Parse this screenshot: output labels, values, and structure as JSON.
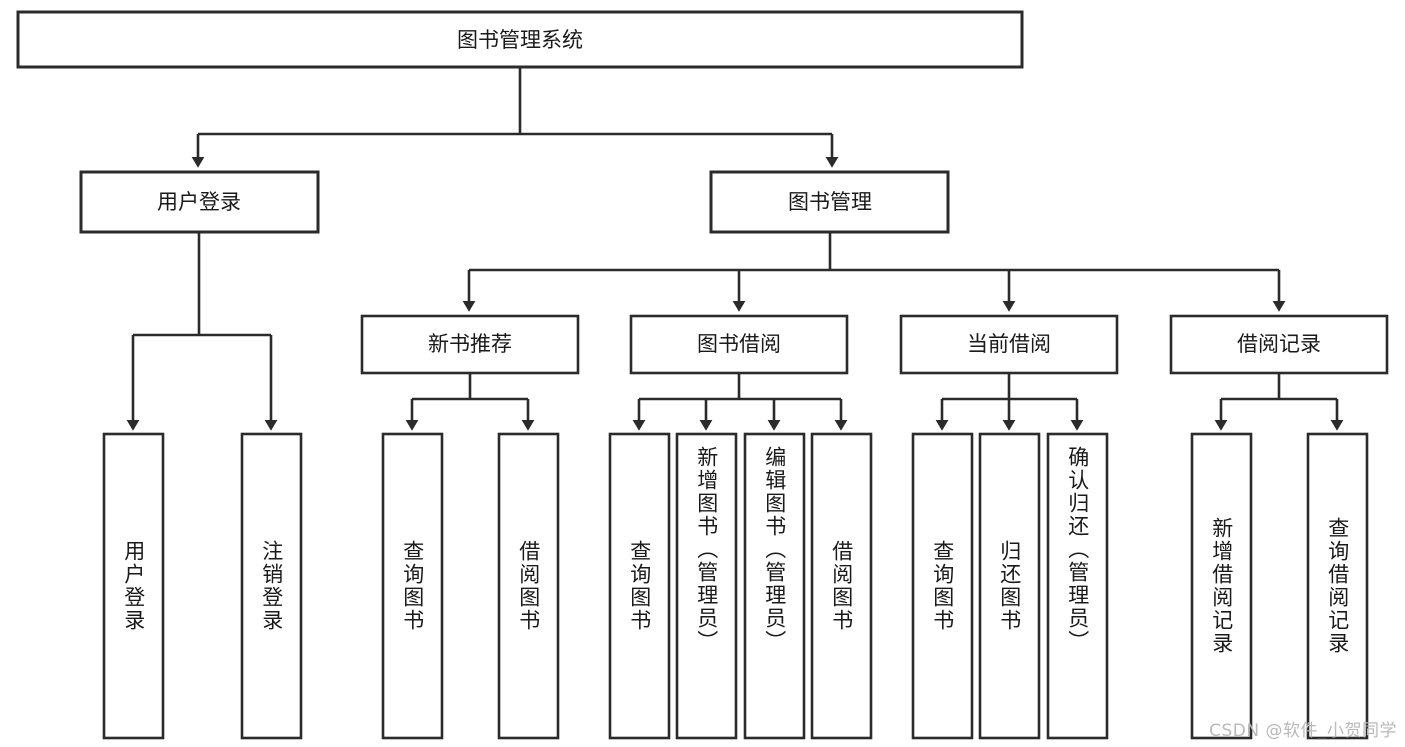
{
  "diagram": {
    "title": "图书管理系统",
    "type": "tree-hierarchy",
    "root": {
      "id": "root",
      "label": "图书管理系统",
      "orientation": "horizontal"
    },
    "level2": [
      {
        "id": "user-login",
        "label": "用户登录",
        "orientation": "horizontal"
      },
      {
        "id": "book-manage",
        "label": "图书管理",
        "orientation": "horizontal"
      }
    ],
    "level3": [
      {
        "id": "new-book-recommend",
        "label": "新书推荐",
        "parent": "book-manage",
        "orientation": "horizontal"
      },
      {
        "id": "book-borrow",
        "label": "图书借阅",
        "parent": "book-manage",
        "orientation": "horizontal"
      },
      {
        "id": "current-borrow",
        "label": "当前借阅",
        "parent": "book-manage",
        "orientation": "horizontal"
      },
      {
        "id": "borrow-record",
        "label": "借阅记录",
        "parent": "book-manage",
        "orientation": "horizontal"
      }
    ],
    "leaves": [
      {
        "id": "leaf-user-login",
        "label": "用户登录",
        "parent": "user-login",
        "orientation": "vertical"
      },
      {
        "id": "leaf-user-logout",
        "label": "注销登录",
        "parent": "user-login",
        "orientation": "vertical"
      },
      {
        "id": "leaf-query-book-1",
        "label": "查询图书",
        "parent": "new-book-recommend",
        "orientation": "vertical"
      },
      {
        "id": "leaf-borrow-book-1",
        "label": "借阅图书",
        "parent": "new-book-recommend",
        "orientation": "vertical"
      },
      {
        "id": "leaf-query-book-2",
        "label": "查询图书",
        "parent": "book-borrow",
        "orientation": "vertical"
      },
      {
        "id": "leaf-add-book",
        "label": "新增图书（管理员）",
        "parent": "book-borrow",
        "orientation": "vertical"
      },
      {
        "id": "leaf-edit-book",
        "label": "编辑图书（管理员）",
        "parent": "book-borrow",
        "orientation": "vertical"
      },
      {
        "id": "leaf-borrow-book-2",
        "label": "借阅图书",
        "parent": "book-borrow",
        "orientation": "vertical"
      },
      {
        "id": "leaf-query-book-3",
        "label": "查询图书",
        "parent": "current-borrow",
        "orientation": "vertical"
      },
      {
        "id": "leaf-return-book",
        "label": "归还图书",
        "parent": "current-borrow",
        "orientation": "vertical"
      },
      {
        "id": "leaf-confirm-return",
        "label": "确认归还（管理员）",
        "parent": "current-borrow",
        "orientation": "vertical"
      },
      {
        "id": "leaf-add-record",
        "label": "新增借阅记录",
        "parent": "borrow-record",
        "orientation": "vertical"
      },
      {
        "id": "leaf-query-record",
        "label": "查询借阅记录",
        "parent": "borrow-record",
        "orientation": "vertical"
      }
    ]
  },
  "watermark": {
    "text": "CSDN @软件_小贺同学"
  },
  "colors": {
    "stroke": "#2b2b2b",
    "box_fill": "#ffffff",
    "text": "#1a1a1a",
    "background": "#ffffff",
    "watermark": "#b9b9b9"
  }
}
